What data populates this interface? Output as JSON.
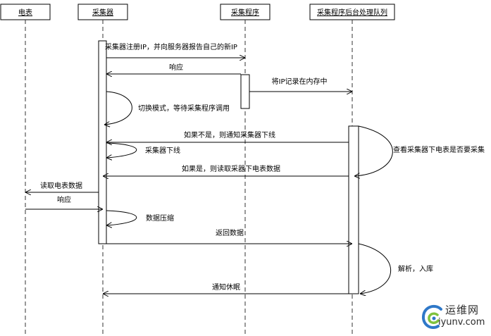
{
  "participants": [
    {
      "id": "meter",
      "label": "电表"
    },
    {
      "id": "collector",
      "label": "采集器"
    },
    {
      "id": "program",
      "label": "采集程序"
    },
    {
      "id": "queue",
      "label": "采集程序后台处理队列"
    }
  ],
  "messages": {
    "register": "采集器注册IP，并向服务器报告自己的新IP",
    "response1": "响应",
    "store_ip": "将IP记录在内存中",
    "switch_mode": "切换模式，等待采集程序调用",
    "if_not": "如果不是，则通知采集器下线",
    "collector_offline": "采集器下线",
    "check_meter": "查看采集器下电表是否要采集",
    "if_yes": "如果是，则读取采器下电表数据",
    "read_meter": "读取电表数据",
    "response2": "响应",
    "compress": "数据压缩",
    "return_data": "返回数据",
    "parse_store": "解析，入库",
    "notify_sleep": "通知休眠"
  },
  "watermark": {
    "logo_text": "运维网",
    "domain": "iyunv.com",
    "logo_icon": "iyunv-swirl-logo"
  }
}
